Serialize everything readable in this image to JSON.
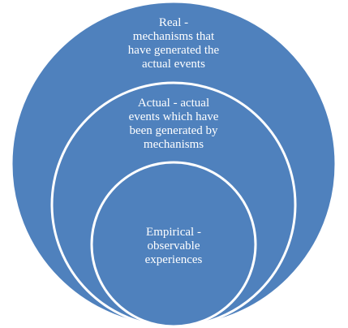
{
  "diagram": {
    "fill_color": "#4F81BD",
    "stroke_color": "#FFFFFF",
    "text_color": "#FFFFFF",
    "levels": [
      {
        "name": "real",
        "lines": [
          "Real -",
          "mechanisms that",
          "have generated the",
          "actual events"
        ]
      },
      {
        "name": "actual",
        "lines": [
          "Actual - actual",
          "events which have",
          "been generated by",
          "mechanisms"
        ]
      },
      {
        "name": "empirical",
        "lines": [
          "Empirical -",
          "observable",
          "experiences"
        ]
      }
    ]
  }
}
